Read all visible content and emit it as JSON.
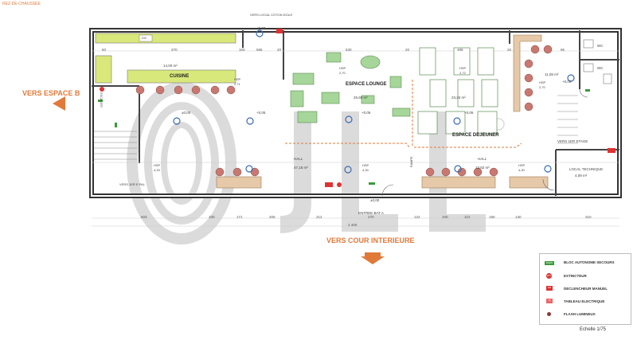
{
  "header": {
    "floor_label": "REZ-DE-CHAUSSEE"
  },
  "directions": {
    "left": "VERS ESPACE B",
    "bottom": "VERS COUR INTERIEURE"
  },
  "rooms": {
    "cuisine": "CUISINE",
    "cuisine_area": "14,00 m²",
    "lounge": "ESPACE LOUNGE",
    "lounge_area": "26,60 m²",
    "dejeuner": "ESPACE DEJEUNER",
    "dejeuner_area": "23,26 m²",
    "hall_left": "HALL",
    "hall_left_area": "47,18 m²",
    "hall_right": "HALL",
    "hall_right_area": "13,82 m²",
    "wc1": "WC",
    "wc2": "WC",
    "wc_area": "11,08 m²",
    "local_technique": "LOCAL TECHNIQUE",
    "local_technique_area": "4,09 m²",
    "vers_etage": "VERS 1ER ETAGE",
    "vers_local": "VERS LOCAL COTON DOUX",
    "vers_sous_sol": "VERS 1ER E.PAL",
    "escalier": "ESCALIER",
    "rampe": "RAMPE",
    "entree": "ENTREE BAT A",
    "dg": "DG"
  },
  "hsp": {
    "label": "HSP",
    "v1": "2,71",
    "v2": "2,70",
    "v3": "2,72",
    "v4": "2,70",
    "v5": "4,33",
    "v6": "4,30",
    "v7": "4,30"
  },
  "levels": [
    "±0,00",
    "+0,05",
    "+0,05",
    "+0,05",
    "±0,00",
    "+0,05",
    "±0,00"
  ],
  "top_dims": [
    "60",
    "370",
    "100",
    "595",
    "20",
    "530",
    "20",
    "488",
    "20",
    "95"
  ],
  "bottom_dims": [
    "503",
    "100",
    "171",
    "205",
    "212",
    "270",
    "122",
    "100",
    "113",
    "190",
    "140",
    "310"
  ],
  "total_dim": "2 400",
  "legend": {
    "items": [
      {
        "icon": "BAES",
        "label": "BLOC AUTONOME SECOURS"
      },
      {
        "icon": "EXT",
        "label": "EXTINCTEUR"
      },
      {
        "icon": "DM",
        "label": "DECLENCHEUR MANUEL"
      },
      {
        "icon": "TE",
        "label": "TABLEAU ELECTRIQUE"
      },
      {
        "icon": "",
        "label": "FLASH LUMINEUX"
      }
    ]
  },
  "scale": "Echelle 1/75",
  "colors": {
    "wall": "#333333",
    "kitchen": "#d9e87a",
    "furniture": "#a6d69a",
    "wood": "#e6c9a8",
    "stool": "#c97870",
    "arrow": "#e07a3a",
    "watermark": "#d8d8d8"
  }
}
